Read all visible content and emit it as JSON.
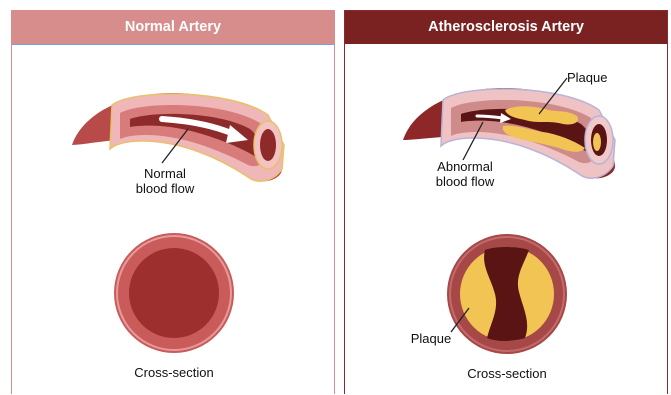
{
  "panels": {
    "normal": {
      "title": "Normal Artery",
      "flow_label_line1": "Normal",
      "flow_label_line2": "blood flow",
      "cross_section_label": "Cross-section"
    },
    "athero": {
      "title": "Atherosclerosis Artery",
      "plaque_label_top": "Plaque",
      "flow_label_line1": "Abnormal",
      "flow_label_line2": "blood flow",
      "plaque_label_cross": "Plaque",
      "cross_section_label": "Cross-section"
    }
  },
  "colors": {
    "normal_header": "#d88d8d",
    "athero_header": "#7a2222",
    "artery_outer": "#b84a4a",
    "lumen_normal": "#8e2a2a",
    "lumen_athero": "#5a1414",
    "plaque": "#f2c453"
  }
}
